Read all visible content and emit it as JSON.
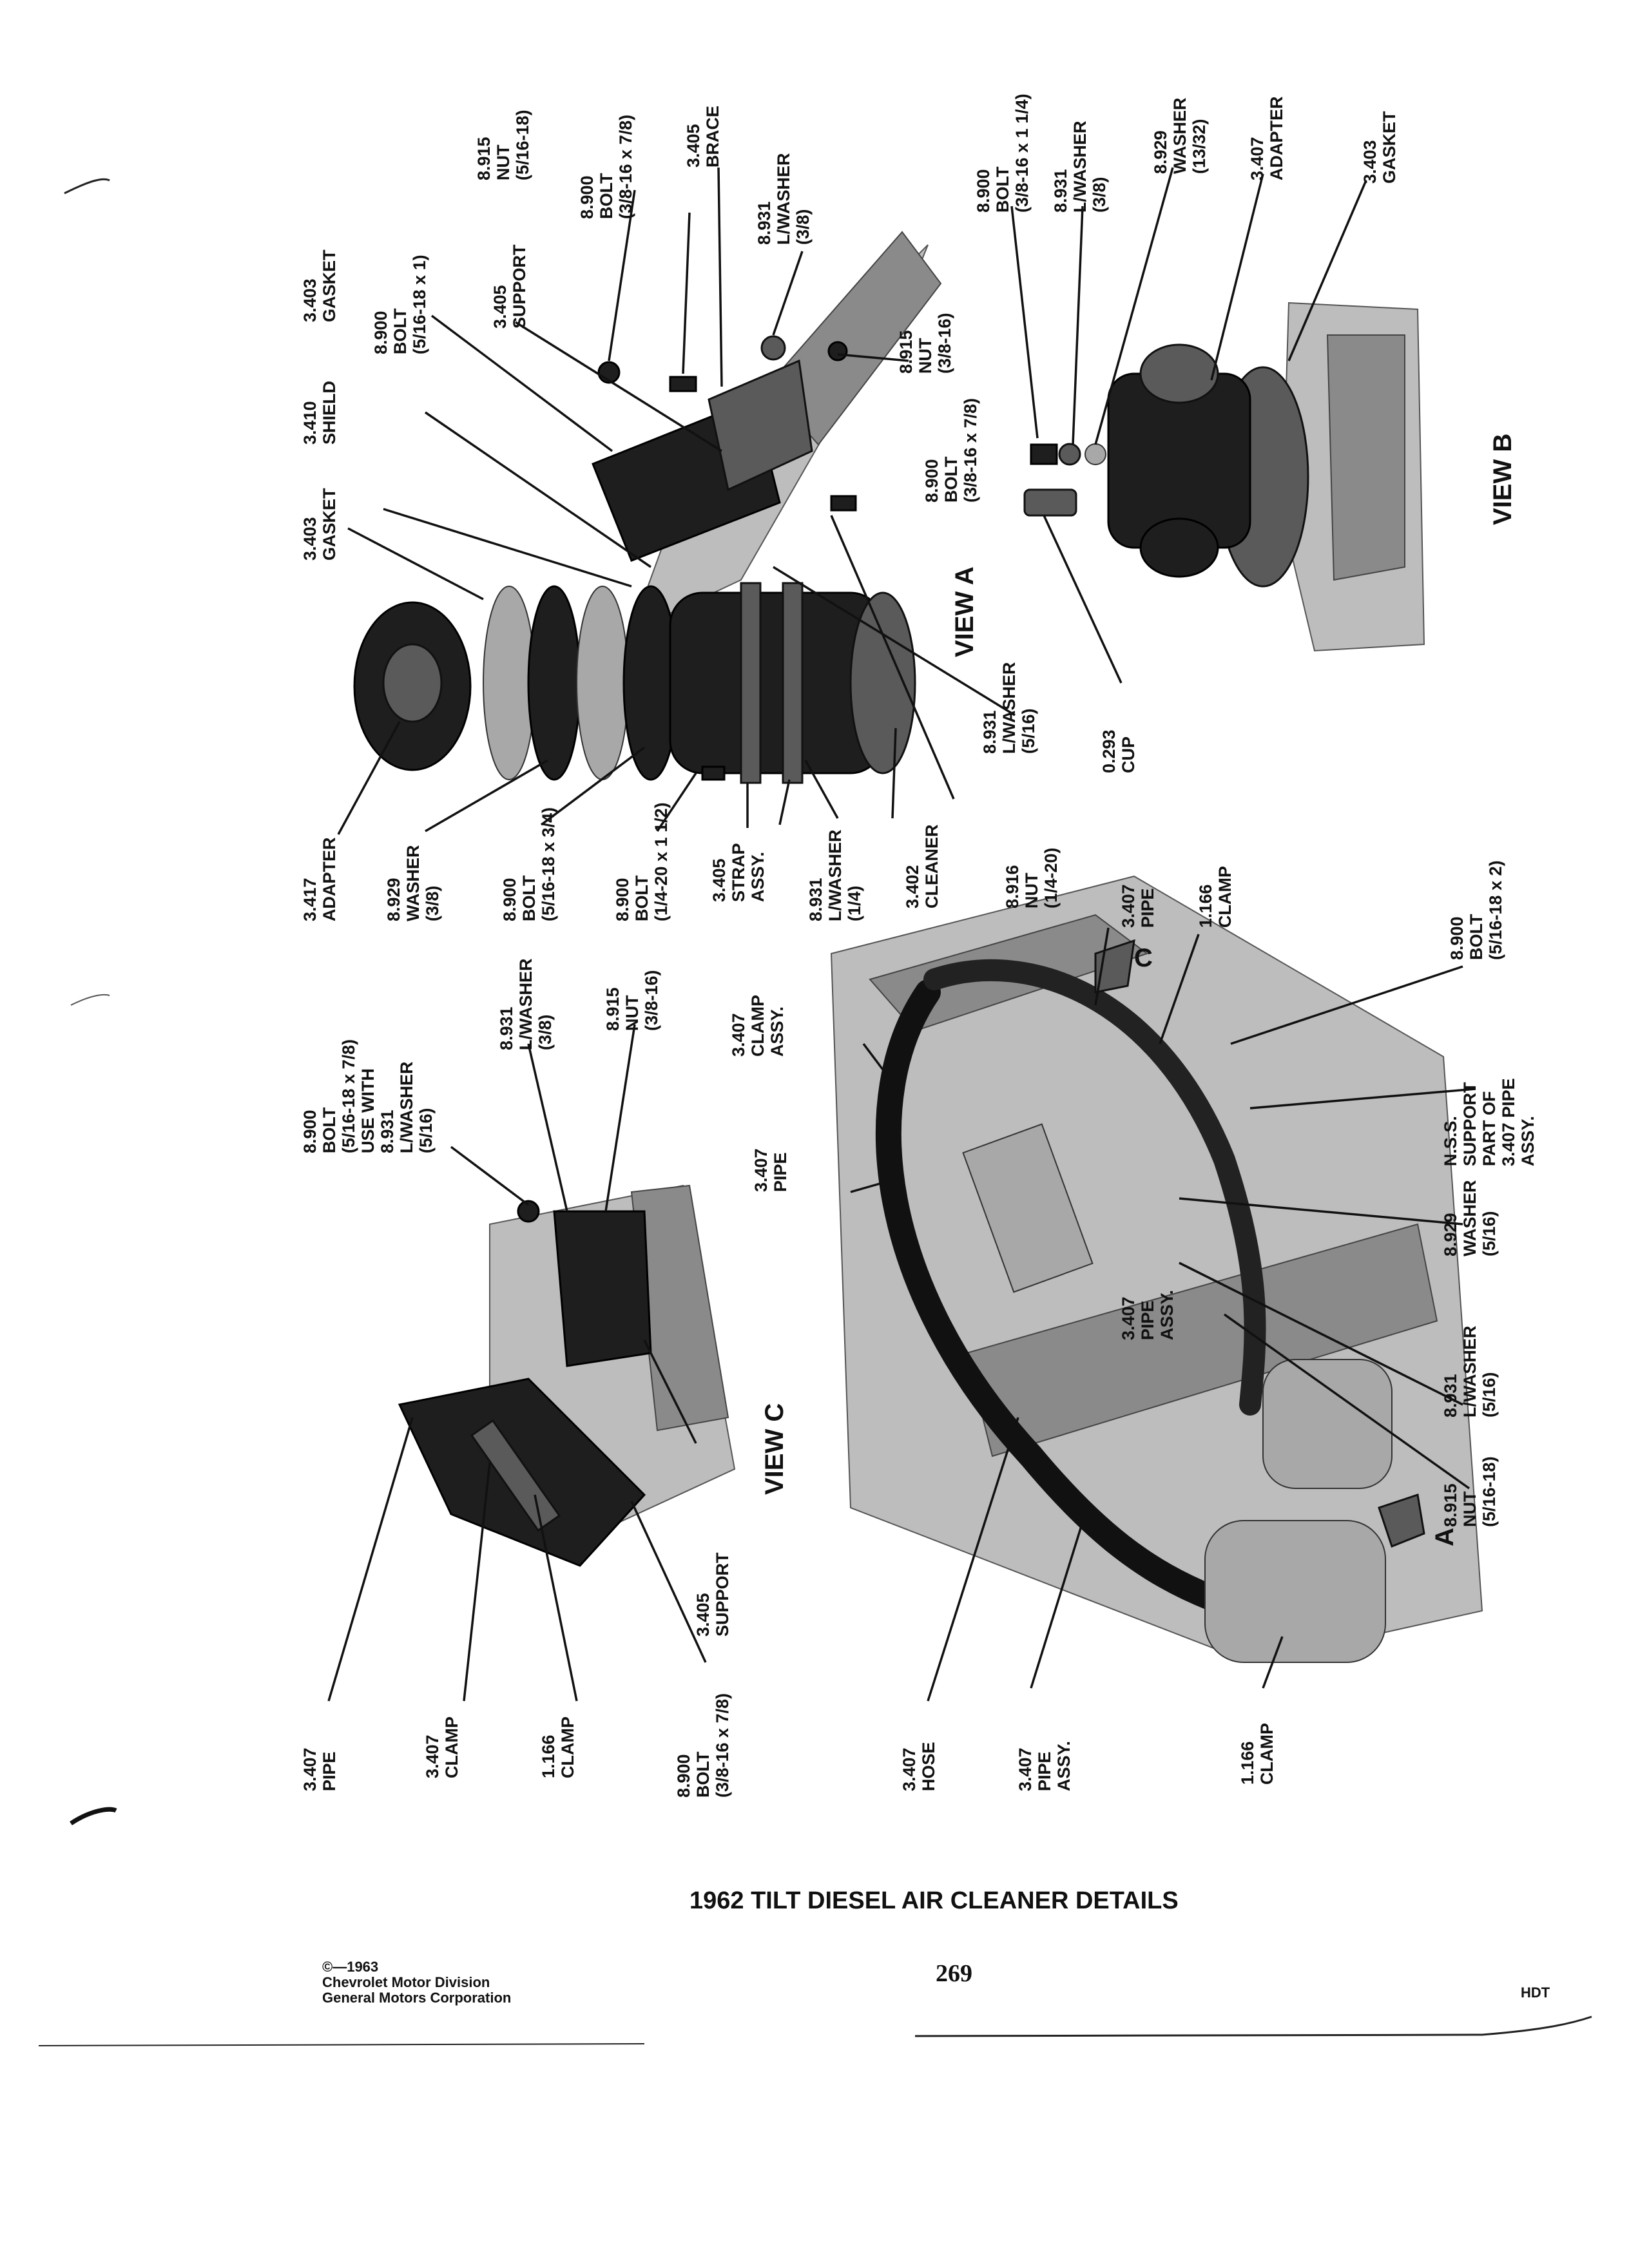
{
  "title": "1962 TILT DIESEL AIR CLEANER DETAILS",
  "page_number": "269",
  "footer": {
    "copyright": "©—1963",
    "division": "Chevrolet Motor Division",
    "corporation": "General Motors Corporation",
    "code": "HDT"
  },
  "views": {
    "a": "VIEW A",
    "b": "VIEW B",
    "c": "VIEW C"
  },
  "markers": {
    "a": "A",
    "c": "C"
  },
  "callouts_view_a": {
    "adapter_3417": [
      "3.417",
      "ADAPTER"
    ],
    "washer_8929": [
      "8.929",
      "WASHER",
      "(3/8)"
    ],
    "bolt_8900_a": [
      "8.900",
      "BOLT",
      "(5/16-18 x 3/4)"
    ],
    "bolt_8900_b": [
      "8.900",
      "BOLT",
      "(1/4-20 x 1 1/2)"
    ],
    "strap_3405": [
      "3.405",
      "STRAP",
      "ASSY."
    ],
    "lwasher_8931_a": [
      "8.931",
      "L/WASHER",
      "(1/4)"
    ],
    "cleaner_3402": [
      "3.402",
      "CLEANER"
    ],
    "nut_8916": [
      "8.916",
      "NUT",
      "(1/4-20)"
    ],
    "lwasher_8931_b": [
      "8.931",
      "L/WASHER",
      "(5/16)"
    ],
    "gasket_3403_a": [
      "3.403",
      "GASKET"
    ],
    "shield_3410": [
      "3.410",
      "SHIELD"
    ],
    "gasket_3403_b": [
      "3.403",
      "GASKET"
    ],
    "bolt_8900_c": [
      "8.900",
      "BOLT",
      "(5/16-18 x 1)"
    ],
    "support_3405": [
      "3.405",
      "SUPPORT"
    ],
    "bolt_8900_d": [
      "8.900",
      "BOLT",
      "(3/8-16 x 7/8)"
    ],
    "nut_8915_a": [
      "8.915",
      "NUT",
      "(5/16-18)"
    ],
    "bolt_8900_e": [
      "8.900",
      "BOLT",
      "(3/8-16 x 7/8)"
    ],
    "brace_3405": [
      "3.405",
      "BRACE"
    ],
    "lwasher_8931_c": [
      "8.931",
      "L/WASHER",
      "(3/8)"
    ],
    "nut_8915_b": [
      "8.915",
      "NUT",
      "(3/8-16)"
    ]
  },
  "callouts_view_b": {
    "cup_0293": [
      "0.293",
      "CUP"
    ],
    "bolt_8900": [
      "8.900",
      "BOLT",
      "(3/8-16 x 1 1/4)"
    ],
    "lwasher_8931": [
      "8.931",
      "L/WASHER",
      "(3/8)"
    ],
    "washer_8929": [
      "8.929",
      "WASHER",
      "(13/32)"
    ],
    "adapter_3407": [
      "3.407",
      "ADAPTER"
    ],
    "gasket_3403": [
      "3.403",
      "GASKET"
    ]
  },
  "callouts_view_c": {
    "bolt_8900": [
      "8.900",
      "BOLT",
      "(5/16-18 x 7/8)",
      "USE WITH",
      "8.931",
      "L/WASHER",
      "(5/16)"
    ],
    "lwasher_8931": [
      "8.931",
      "L/WASHER",
      "(3/8)"
    ],
    "nut_8915": [
      "8.915",
      "NUT",
      "(3/8-16)"
    ],
    "support_3405": [
      "3.405",
      "SUPPORT"
    ],
    "pipe_3407": [
      "3.407",
      "PIPE"
    ],
    "clamp_3407": [
      "3.407",
      "CLAMP"
    ],
    "clamp_1166": [
      "1.166",
      "CLAMP"
    ],
    "bolt_8900_b": [
      "8.900",
      "BOLT",
      "(3/8-16 x 7/8)"
    ]
  },
  "callouts_main": {
    "pipe_3407_a": [
      "3.407",
      "PIPE"
    ],
    "clamp_1166_a": [
      "1.166",
      "CLAMP"
    ],
    "bolt_8900": [
      "8.900",
      "BOLT",
      "(5/16-18 x 2)"
    ],
    "clamp_assy_3407": [
      "3.407",
      "CLAMP",
      "ASSY."
    ],
    "pipe_3407_b": [
      "3.407",
      "PIPE"
    ],
    "nss_support": [
      "N.S.S.",
      "SUPPORT",
      "PART OF",
      "3.407 PIPE",
      "ASSY."
    ],
    "pipe_assy_3407_box": [
      "3.407",
      "PIPE",
      "ASSY."
    ],
    "washer_8929": [
      "8.929",
      "WASHER",
      "(5/16)"
    ],
    "lwasher_8931": [
      "8.931",
      "L/WASHER",
      "(5/16)"
    ],
    "nut_8915": [
      "8.915",
      "NUT",
      "(5/16-18)"
    ],
    "hose_3407": [
      "3.407",
      "HOSE"
    ],
    "pipe_assy_3407": [
      "3.407",
      "PIPE",
      "ASSY."
    ],
    "clamp_1166_b": [
      "1.166",
      "CLAMP"
    ]
  }
}
